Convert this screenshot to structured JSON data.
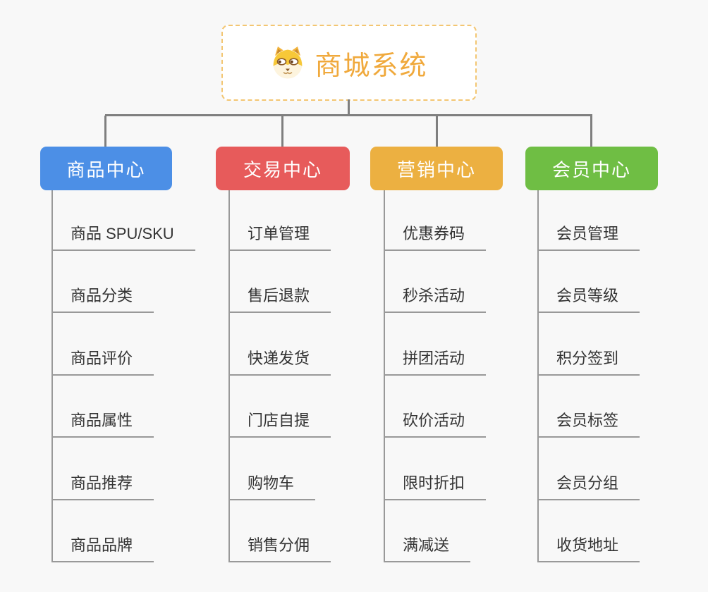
{
  "page": {
    "background": "#f8f8f8"
  },
  "root": {
    "title": "商城系统",
    "title_color": "#f0a93c",
    "icon": "shiba-dog-icon",
    "border_color": "#f3c672"
  },
  "connectors": {
    "top_color": "#7f7f7f",
    "child_color": "#999999"
  },
  "branches": [
    {
      "label": "商品中心",
      "color": "#4c8fe6",
      "items": [
        "商品 SPU/SKU",
        "商品分类",
        "商品评价",
        "商品属性",
        "商品推荐",
        "商品品牌"
      ]
    },
    {
      "label": "交易中心",
      "color": "#e75b5b",
      "items": [
        "订单管理",
        "售后退款",
        "快递发货",
        "门店自提",
        "购物车",
        "销售分佣"
      ]
    },
    {
      "label": "营销中心",
      "color": "#ecb041",
      "items": [
        "优惠券码",
        "秒杀活动",
        "拼团活动",
        "砍价活动",
        "限时折扣",
        "满减送"
      ]
    },
    {
      "label": "会员中心",
      "color": "#6fbe44",
      "items": [
        "会员管理",
        "会员等级",
        "积分签到",
        "会员标签",
        "会员分组",
        "收货地址"
      ]
    }
  ]
}
